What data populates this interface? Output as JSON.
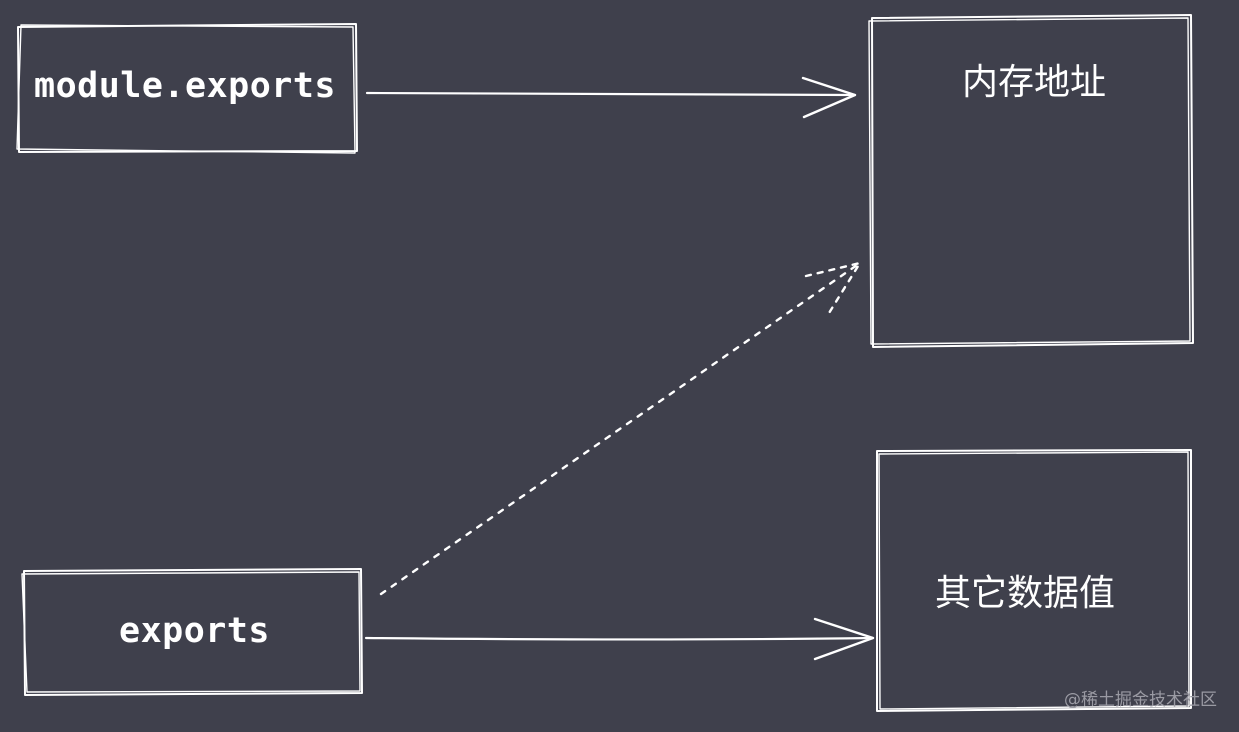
{
  "nodes": {
    "module_exports": "module.exports",
    "exports": "exports",
    "memory_address": "内存地址",
    "other_values": "其它数据值"
  },
  "watermark": "@稀土掘金技术社区",
  "colors": {
    "background": "#3f404c",
    "stroke": "#ffffff",
    "watermark": "#9a9aa3"
  }
}
